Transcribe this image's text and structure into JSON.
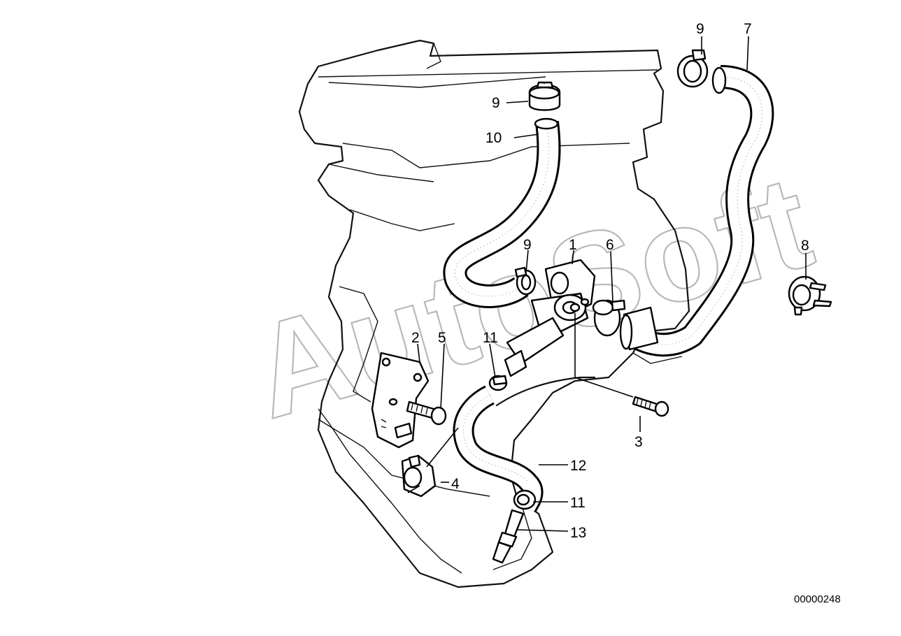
{
  "watermark": "AutoSoft",
  "diagram_code": "00000248",
  "callouts": {
    "c1": "1",
    "c2": "2",
    "c3": "3",
    "c4": "4",
    "c5": "5",
    "c6": "6",
    "c7": "7",
    "c8": "8",
    "c9a": "9",
    "c9b": "9",
    "c9c": "9",
    "c10": "10",
    "c11a": "11",
    "c11b": "11",
    "c12": "12",
    "c13": "13"
  }
}
